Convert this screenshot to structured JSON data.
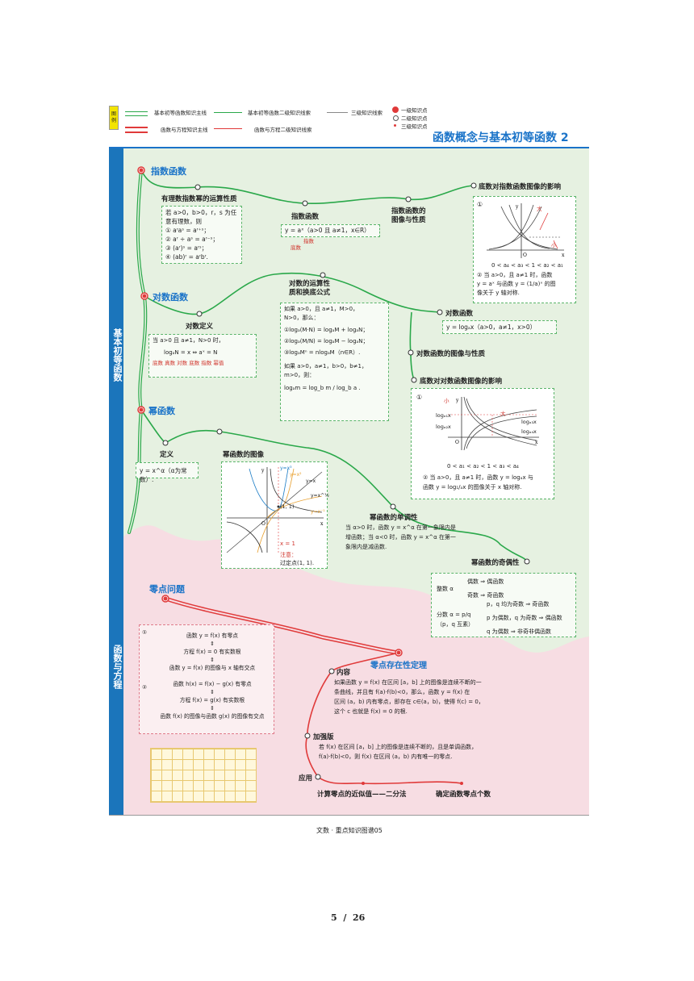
{
  "legend": {
    "tag": "图例",
    "items": [
      "基本初等函数知识主线",
      "基本初等函数二级知识线索",
      "三级知识线索",
      "函数与方程知识主线",
      "函数与方程二级知识线索"
    ],
    "dots": [
      "一级知识点",
      "二级知识点",
      "三级知识点"
    ]
  },
  "page_title": "函数概念与基本初等函数 2",
  "sidebar": {
    "top": "基本初等函数",
    "bottom": "函数与方程"
  },
  "nodes": {
    "exp_func": "指数函数",
    "exp_ops": "有理数指数幂的运算性质",
    "exp_def": "指数函数",
    "exp_graph": "指数函数的\n图像与性质",
    "exp_base": "底数对指数函数图像的影响",
    "log_func": "对数函数",
    "log_ops": "对数的运算性\n质和换底公式",
    "log_def": "对数定义",
    "log_fn": "对数函数",
    "log_graph": "对数函数的图像与性质",
    "log_base": "底数对对数函数图像的影响",
    "pow_func": "幂函数",
    "pow_def": "定义",
    "pow_graph": "幂函数的图像",
    "pow_mono": "幂函数的单调性",
    "pow_parity": "幂函数的奇偶性",
    "zero_q": "零点问题",
    "zero_thm": "零点存在性定理",
    "content": "内容",
    "strong": "加强版",
    "apply": "应用",
    "bisect": "计算零点的近似值——二分法",
    "count": "确定函数零点个数"
  },
  "texts": {
    "exp_ops_box": [
      "若 a>0，b>0，r，s 为任",
      "意有理数，则",
      "① aʳaˢ = aʳ⁺ˢ；",
      "② aʳ ÷ aˢ = aʳ⁻ˢ；",
      "③ (aʳ)ˢ = aʳˢ；",
      "④ (ab)ʳ = aʳbʳ."
    ],
    "exp_def_box": "y = aˣ（a>0 且 a≠1，x∈R）",
    "exp_def_label": "底数",
    "exp_def_label2": "指数",
    "exp_panel_idx": "①",
    "exp_panel_cond": "0 < a₄ < a₃ < 1 < a₂ < a₁",
    "exp_panel_note": [
      "② 当 a>0，且 a≠1 时，函数",
      "y = aˣ 与函数 y = (1/a)ˣ 的图",
      "像关于 y 轴对称."
    ],
    "exp_panel_big": "大",
    "exp_panel_small": "小",
    "log_ops_box": [
      "如果 a>0，且 a≠1，M>0，",
      "N>0，那么：",
      "①logₐ(M·N) = logₐM + logₐN；",
      "②logₐ(M/N) = logₐM − logₐN；",
      "③logₐMⁿ = nlogₐM（n∈R）.",
      "如果 a>0，a≠1，b>0，b≠1，",
      "m>0，则：",
      "logₐm = log_b m / log_b a ."
    ],
    "log_def_box": [
      "当 a>0 且 a≠1，N>0 时，",
      "logₐN = x  ⇔  aˣ = N"
    ],
    "log_def_labels": [
      "底数",
      "真数",
      "对数",
      "底数",
      "指数",
      "幂值"
    ],
    "log_fn_box": "y = logₐx（a>0，a≠1，x>0）",
    "log_panel_idx": "①",
    "log_panel_cond": "0 < a₁ < a₂ < 1 < a₃ < a₄",
    "log_panel_note": [
      "② 当 a>0，且 a≠1 时，函数 y = logₐx 与",
      "函数 y = log₁/ₐx 的图像关于 x 轴对称."
    ],
    "log_panel_big": "小",
    "log_panel_small": "大",
    "log_panel_labels": [
      "logₐ₁x",
      "logₐ₂x",
      "logₐ₃x",
      "logₐ₄x"
    ],
    "pow_def_box": "y = x^α（α为常数）.",
    "pow_graph_labels": [
      "y=x³",
      "y=x²",
      "y=x",
      "y=x^½",
      "y=x⁻¹",
      "(1, 1)",
      "x = 1"
    ],
    "pow_graph_note": [
      "注意：",
      "过定点(1, 1)."
    ],
    "pow_mono_text": [
      "当 α>0 时，函数 y = x^α 在第一象限内是",
      "增函数；当 α<0 时，函数 y = x^α 在第一",
      "象限内是减函数."
    ],
    "pow_parity_box": [
      "整数 α",
      "偶数 ⇒ 偶函数",
      "奇数 ⇒ 奇函数",
      "分数 α = p/q",
      "（p，q 互素）",
      "p，q 均为奇数 ⇒ 奇函数",
      "p 为偶数，q 为奇数 ⇒ 偶函数",
      "q 为偶数 ⇒ 非奇非偶函数"
    ],
    "zero_box": [
      "①",
      "函数 y = f(x) 有零点",
      "⇕",
      "方程 f(x) = 0 有实数根",
      "⇕",
      "函数 y = f(x) 的图像与 x 轴有交点",
      "②",
      "函数 h(x) = f(x) − g(x) 有零点",
      "⇕",
      "方程 f(x) = g(x) 有实数根",
      "⇕",
      "函数 f(x) 的图像与函数 g(x) 的图像有交点"
    ],
    "content_text": [
      "如果函数 y = f(x) 在区间 [a，b] 上的图像是连续不断的一",
      "条曲线，并且有 f(a)·f(b)<0，那么，函数 y = f(x) 在",
      "区间 (a，b) 内有零点，即存在 c∈(a，b)，使得 f(c) = 0，",
      "这个 c 也就是 f(x) = 0 的根."
    ],
    "strong_text": [
      "若 f(x) 在区间 [a，b] 上的图像是连续不断的，且是单调函数，",
      "f(a)·f(b)<0，则 f(x) 在区间 (a，b) 内有唯一的零点."
    ]
  },
  "footer": "文数 · 重点知识图谱05",
  "page_number": "5  /  26",
  "colors": {
    "green_bg": "#e6f1e1",
    "pink_bg": "#f7dde3",
    "blue_bar": "#1b75bb",
    "green_line": "#2aa84a",
    "red_line": "#e03a3a",
    "accent_blue": "#1a73c8"
  }
}
